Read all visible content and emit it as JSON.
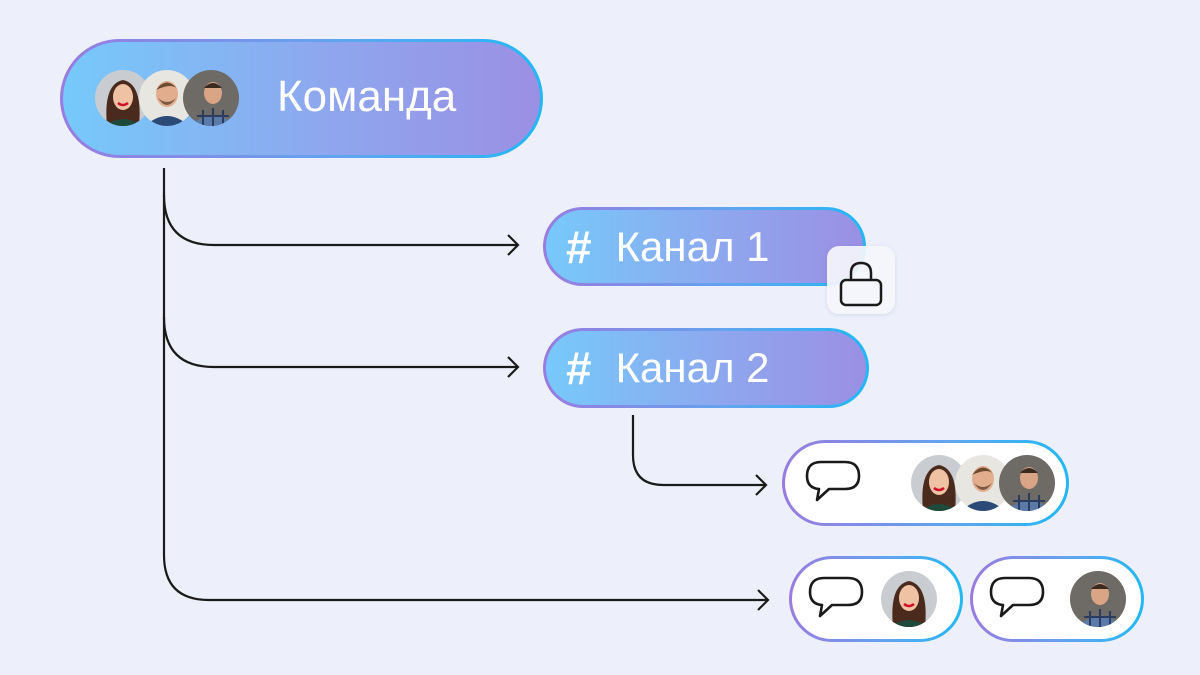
{
  "team": {
    "label": "Команда",
    "members": [
      "woman",
      "man-beard",
      "man-plaid"
    ]
  },
  "channels": [
    {
      "hash": "#",
      "label": "Канал 1",
      "locked": true
    },
    {
      "hash": "#",
      "label": "Канал 2",
      "locked": false
    }
  ],
  "group_chat": {
    "icon": "chat-bubble-icon",
    "members": [
      "woman",
      "man-beard",
      "man-plaid"
    ]
  },
  "direct_chats": [
    {
      "icon": "chat-bubble-icon",
      "member": "woman"
    },
    {
      "icon": "chat-bubble-icon",
      "member": "man-plaid"
    }
  ],
  "colors": {
    "background": "#edf0fb",
    "pill_start": "#76c9fb",
    "pill_end": "#9b8fe4",
    "line": "#1a1a1a"
  }
}
